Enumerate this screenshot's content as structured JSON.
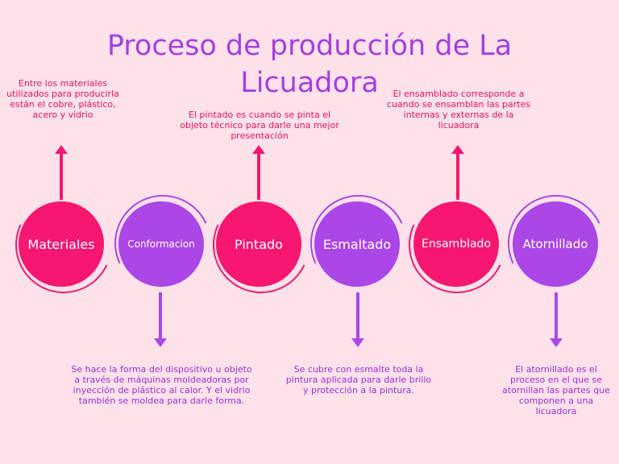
{
  "title": {
    "line1": "Proceso de producción de La",
    "line2": "Licuadora"
  },
  "colors": {
    "pink": "#f71770",
    "purple": "#ab47e6",
    "background": "#fde2ea",
    "title": "#a53fe0"
  },
  "nodes": [
    {
      "label": "Materiales",
      "color": "pink"
    },
    {
      "label": "Conformacion",
      "color": "purple"
    },
    {
      "label": "Pintado",
      "color": "pink"
    },
    {
      "label": "Esmaltado",
      "color": "purple"
    },
    {
      "label": "Ensamblado",
      "color": "pink"
    },
    {
      "label": "Atornillado",
      "color": "purple"
    }
  ],
  "descriptions": {
    "materiales": "Entre los materiales utilizados para producirla están el cobre, plástico, acero y vidrio",
    "pintado": "El pintado es cuando se pinta el objeto técnico para darle una mejor presentación",
    "ensamblado": "El ensamblado corresponde a cuando se ensamblan las partes internas y externas de la licuadora",
    "conformacion": "Se hace la forma del dispositivo u objeto a través de máquinas moldeadoras por inyección de plástico al calor. Y el vidrio también se moldea para darle forma.",
    "esmaltado": "Se cubre con esmalte toda la pintura aplicada para darle brillo y protección a la pintura.",
    "atornillado": "El atornillado es el proceso en el que se atornillan las partes que componen a una licuadora"
  }
}
